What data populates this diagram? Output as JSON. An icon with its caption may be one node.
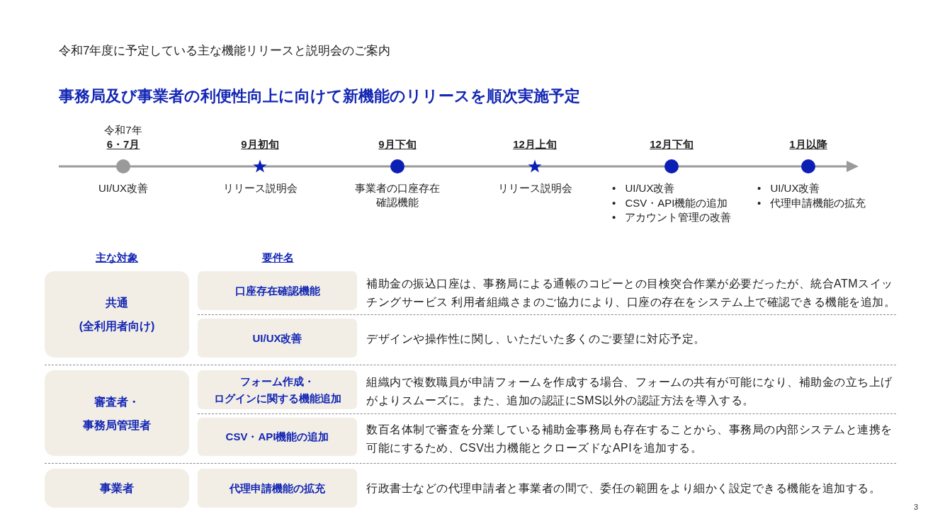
{
  "diagram": {
    "title": "令和7年度に予定している主な機能リリースと説明会のご案内",
    "nodes": [
      {
        "text": [],
        "shape": "circle",
        "beside": [
          "令和7年",
          "6・7月",
          "UI/UX改善"
        ]
      },
      {
        "text": [],
        "shape": "star",
        "beside": [
          "9月初旬",
          "リリース説明会"
        ]
      },
      {
        "text": [],
        "shape": "circle",
        "beside": [
          "9月下旬",
          "事業者の口座存在確認機能"
        ]
      },
      {
        "text": [],
        "shape": "star",
        "beside": [
          "12月上旬",
          "リリース説明会"
        ]
      },
      {
        "text": [],
        "shape": "circle",
        "beside": [
          "12月下旬",
          "• UI/UX改善",
          "• CSV・API機能の追加",
          "• アカウント管理の改善"
        ]
      },
      {
        "text": [],
        "shape": "circle",
        "beside": [
          "1月以降",
          "• UI/UX改善",
          "• 代理申請機能の拡充"
        ]
      },
      {
        "text": [
          "共通",
          "(全利用者向け)"
        ]
      },
      {
        "text": [
          "口座存在確認機能"
        ],
        "beside": [
          "補助金の振込口座は、事務局による通帳のコピーとの目検突合作業が必要だったが、統合ATMスイッチングサービス 利用者組織さまのご協力により、口座の存在をシステム上で確認できる機能を追加。"
        ]
      },
      {
        "text": [
          "UI/UX改善"
        ],
        "beside": [
          "デザインや操作性に関し、いただいた多くのご要望に対応予定。"
        ]
      },
      {
        "text": [
          "審査者・事務局管理者"
        ]
      },
      {
        "text": [
          "フォーム作成・ログインに関する機能追加"
        ],
        "beside": [
          "組織内で複数職員が申請フォームを作成する場合、フォームの共有が可能になり、補助金の立ち上げがよりスムーズに。また、追加の認証にSMS以外の認証方法を導入する。"
        ]
      },
      {
        "text": [
          "CSV・API機能の追加"
        ],
        "beside": [
          "数百名体制で審査を分業している補助金事務局も存在することから、事務局の内部システムと連携を可能にするため、CSV出力機能とクローズドなAPIを追加する。"
        ]
      },
      {
        "text": [
          "事業者"
        ]
      },
      {
        "text": [
          "代理申請機能の拡充"
        ],
        "beside": [
          "行政書士などの代理申請者と事業者の間で、委任の範囲をより細かく設定できる機能を追加する。"
        ]
      }
    ],
    "labels": [
      "事務局及び事業者の利便性向上に向けて新機能のリリースを順次実施予定",
      "主な対象",
      "要件名",
      "3"
    ]
  }
}
